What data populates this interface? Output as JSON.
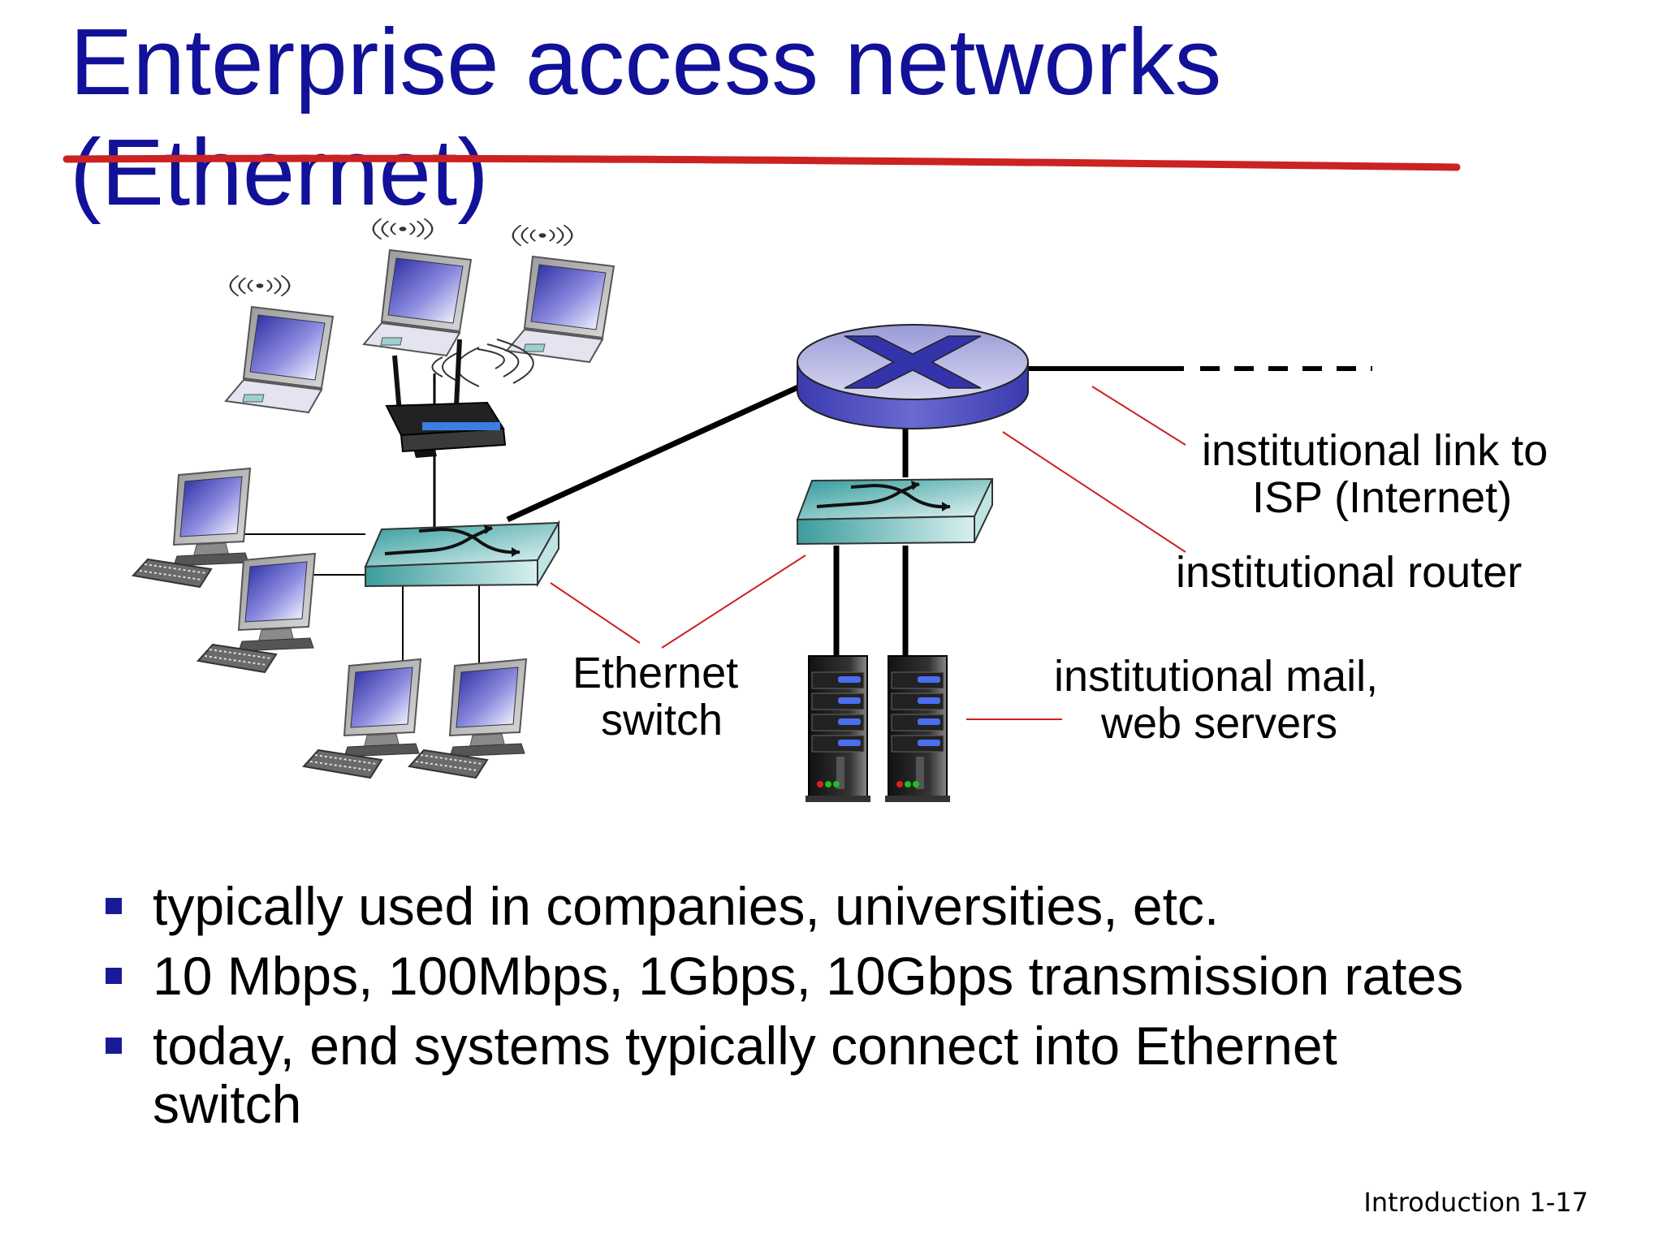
{
  "slide": {
    "title_line1": "Enterprise access networks",
    "title_line2": "(Ethernet)",
    "title_color": "#111199",
    "strike_color": "#cc2222",
    "footer": "Introduction 1-17"
  },
  "labels": {
    "isp_link_line1": "institutional link to",
    "isp_link_line2": "ISP (Internet)",
    "router": "institutional router",
    "switch_line1": "Ethernet",
    "switch_line2": "switch",
    "servers_line1": "institutional mail,",
    "servers_line2": "web servers"
  },
  "bullets": [
    "typically used in companies, universities, etc.",
    "10 Mbps, 100Mbps, 1Gbps, 10Gbps transmission rates",
    "today, end systems typically connect into Ethernet switch"
  ],
  "colors": {
    "bullet": "#1a1a99",
    "callout_line": "#cc2222",
    "router_body": "#8888dd",
    "switch_body": "#88cccc"
  }
}
